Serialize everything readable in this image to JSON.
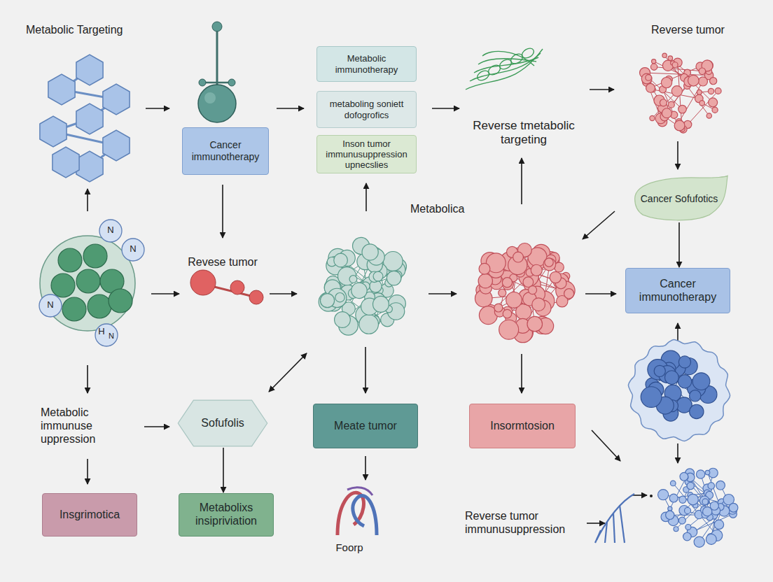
{
  "diagram": {
    "nodes": [
      {
        "text": [
          "Metabolic immunotherapy"
        ]
      },
      {
        "text": [
          "metaboling soniett dofogrofics"
        ]
      },
      {
        "text": [
          "Cancer immunotherapy"
        ]
      },
      {
        "text": [
          "Inson tumor immunusuppression upnecslies"
        ]
      },
      {
        "text": [
          "Cancer Sofufotics"
        ]
      },
      {
        "text": [
          "Cancer immunotherapy"
        ]
      },
      {
        "text": [
          "Sofufolis"
        ]
      },
      {
        "text": [
          "Meate tumor"
        ]
      },
      {
        "text": [
          "Insormtosion"
        ]
      },
      {
        "text": [
          "Insgrimotica"
        ]
      },
      {
        "text": [
          "Metabolixs insipriviation"
        ]
      }
    ],
    "edges": [
      {
        "from": 4,
        "to": 5,
        "arrow": "to"
      },
      {
        "from": 6,
        "to": 10,
        "arrow": "to"
      }
    ],
    "labels": [
      "Metabolic Targeting",
      "Reverse tumor",
      "Reverse tmetabolic targeting",
      "Metabolica",
      "Revese tumor",
      "Metabolic immunuse uppression",
      "Foorp",
      "Reverse tumor immunusuppression",
      "N",
      "N",
      "N",
      "H",
      "N"
    ]
  }
}
